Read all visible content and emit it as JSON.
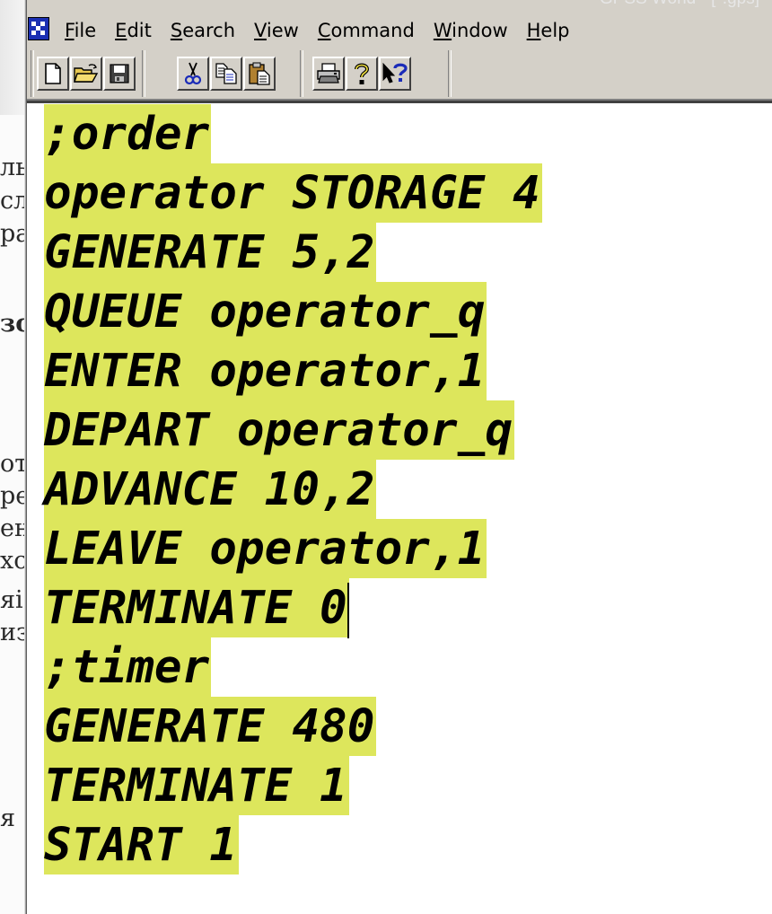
{
  "window": {
    "title_fragment": "GPSS World - [*.gps]"
  },
  "menubar": {
    "items": [
      {
        "label": "File",
        "underline": "F"
      },
      {
        "label": "Edit",
        "underline": "E"
      },
      {
        "label": "Search",
        "underline": "S"
      },
      {
        "label": "View",
        "underline": "V"
      },
      {
        "label": "Command",
        "underline": "C"
      },
      {
        "label": "Window",
        "underline": "W"
      },
      {
        "label": "Help",
        "underline": "H"
      }
    ]
  },
  "toolbar": {
    "groups": [
      [
        "new-file-icon",
        "open-folder-icon",
        "save-icon"
      ],
      [
        "cut-icon",
        "copy-icon",
        "paste-icon"
      ],
      [
        "print-icon",
        "help-icon",
        "context-help-icon"
      ]
    ]
  },
  "editor": {
    "highlight_color": "#dde65c",
    "caret_line": 8,
    "lines": [
      ";order",
      "operator STORAGE 4",
      "GENERATE 5,2",
      "QUEUE operator_q",
      "ENTER operator,1",
      "DEPART operator_q",
      "ADVANCE 10,2",
      "LEAVE operator,1",
      "TERMINATE 0",
      ";timer",
      "GENERATE 480",
      "TERMINATE 1",
      "START 1"
    ]
  },
  "background_document": {
    "fragments": [
      "ль",
      "сл",
      "ра",
      "зс",
      "от",
      "ре",
      "ен",
      "хс",
      "яі",
      "из",
      "я"
    ]
  }
}
